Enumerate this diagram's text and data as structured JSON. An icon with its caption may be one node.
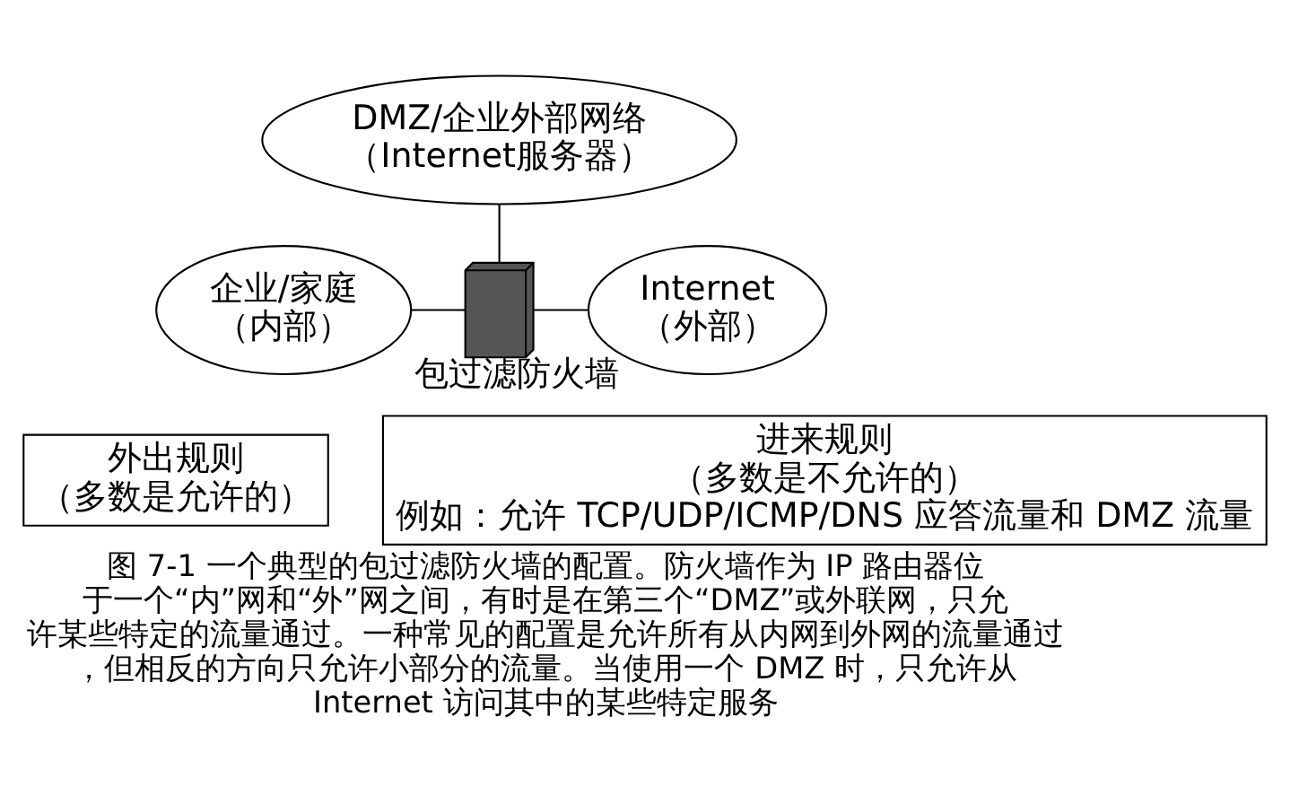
{
  "diagram": {
    "caption": "图 7-1 一个典型的包过滤防火墙的配置。防火墙作为 IP 路由器位于一个“内”网和“外”网之间，有时是在第三个“DMZ”或外联网，只允许某些特定的流量通过。一种常见的配置是允许所有从内网到外网的流量通过，但相反的方向只允许小部分的流量。当使用一个 DMZ 时，只允许从 Internet 访问其中的某些特定服务",
    "nodes": [
      {
        "text": [
          "DMZ/企业外部网络",
          "（Internet服务器）"
        ]
      },
      {
        "text": [
          "企业/家庭",
          "（内部）"
        ]
      },
      {
        "text": [],
        "shape": "picture",
        "beside": [
          "包过滤防火墙"
        ]
      },
      {
        "text": [
          "Internet",
          "（外部）"
        ]
      },
      {
        "text": [
          "外出规则",
          "（多数是允许的）"
        ]
      },
      {
        "text": [
          "进来规则",
          "（多数是不允许的）",
          "例如：允许 TCP/UDP/ICMP/DNS 应答流量和 DMZ 流量"
        ]
      }
    ],
    "edges": [
      {
        "from": 0,
        "to": 2,
        "arrow": "none"
      },
      {
        "from": 1,
        "to": 2,
        "arrow": "none"
      },
      {
        "from": 2,
        "to": 3,
        "arrow": "none"
      }
    ]
  }
}
